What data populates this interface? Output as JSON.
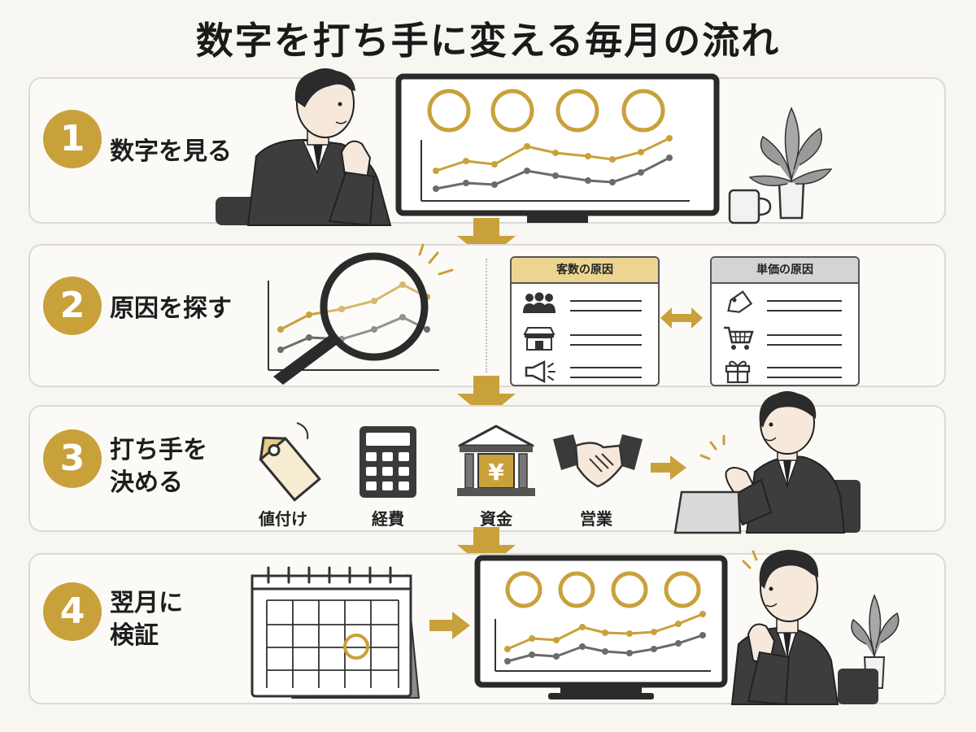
{
  "title": "数字を打ち手に変える毎月の流れ",
  "colors": {
    "gold": "#c9a13b",
    "gray": "#6b6b6b",
    "dark": "#333333"
  },
  "steps": [
    {
      "number": "1",
      "label": "数字を見る"
    },
    {
      "number": "2",
      "label": "原因を探す"
    },
    {
      "number": "3",
      "label": "打ち手を\n決める"
    },
    {
      "number": "4",
      "label": "翌月に\n検証"
    }
  ],
  "causes": [
    {
      "title": "客数の原因",
      "icons": [
        "people-icon",
        "store-icon",
        "megaphone-icon"
      ]
    },
    {
      "title": "単価の原因",
      "icons": [
        "price-tag-icon",
        "cart-icon",
        "gift-icon"
      ]
    }
  ],
  "levers": [
    {
      "label": "値付け",
      "icon": "price-tag-icon"
    },
    {
      "label": "経費",
      "icon": "calculator-icon"
    },
    {
      "label": "資金",
      "icon": "bank-icon",
      "glyph": "¥"
    },
    {
      "label": "営業",
      "icon": "handshake-icon"
    }
  ]
}
